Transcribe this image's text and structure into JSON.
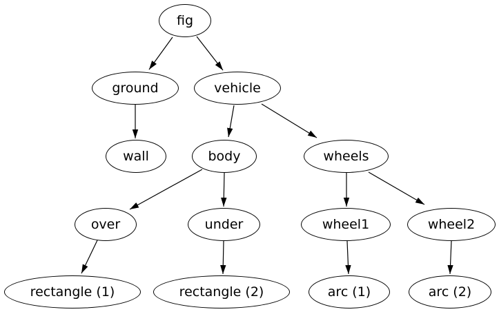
{
  "graph": {
    "type": "directed-tree",
    "colors": {
      "background": "#ffffff",
      "node_fill": "#ffffff",
      "node_stroke": "#000000",
      "edge": "#000000",
      "text": "#000000"
    },
    "nodes": {
      "fig": {
        "label": "fig"
      },
      "ground": {
        "label": "ground"
      },
      "vehicle": {
        "label": "vehicle"
      },
      "wall": {
        "label": "wall"
      },
      "body": {
        "label": "body"
      },
      "wheels": {
        "label": "wheels"
      },
      "over": {
        "label": "over"
      },
      "under": {
        "label": "under"
      },
      "wheel1": {
        "label": "wheel1"
      },
      "wheel2": {
        "label": "wheel2"
      },
      "rect1": {
        "label": "rectangle (1)"
      },
      "rect2": {
        "label": "rectangle (2)"
      },
      "arc1": {
        "label": "arc (1)"
      },
      "arc2": {
        "label": "arc (2)"
      }
    },
    "edges": [
      {
        "from": "fig",
        "to": "ground"
      },
      {
        "from": "fig",
        "to": "vehicle"
      },
      {
        "from": "ground",
        "to": "wall"
      },
      {
        "from": "vehicle",
        "to": "body"
      },
      {
        "from": "vehicle",
        "to": "wheels"
      },
      {
        "from": "body",
        "to": "over"
      },
      {
        "from": "body",
        "to": "under"
      },
      {
        "from": "wheels",
        "to": "wheel1"
      },
      {
        "from": "wheels",
        "to": "wheel2"
      },
      {
        "from": "over",
        "to": "rect1"
      },
      {
        "from": "under",
        "to": "rect2"
      },
      {
        "from": "wheel1",
        "to": "arc1"
      },
      {
        "from": "wheel2",
        "to": "arc2"
      }
    ]
  }
}
